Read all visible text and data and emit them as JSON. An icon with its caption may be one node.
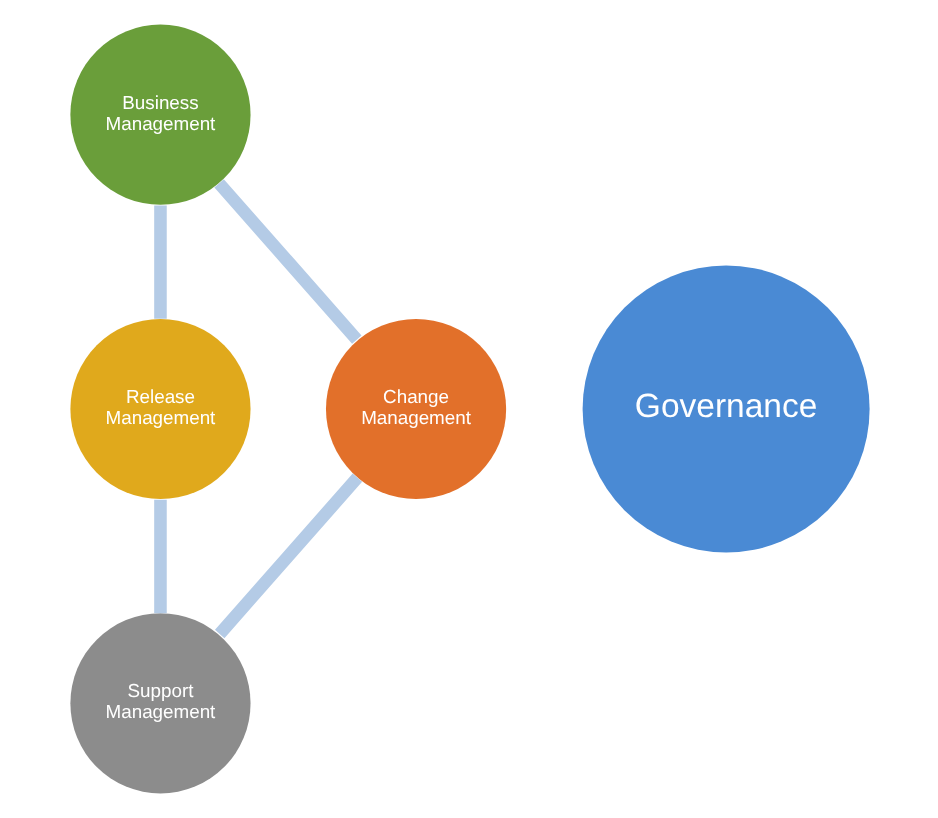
{
  "diagram": {
    "nodes": [
      {
        "text": [
          "Governance"
        ]
      },
      {
        "text": [
          "Business Management"
        ]
      },
      {
        "text": [
          "Release Management"
        ]
      },
      {
        "text": [
          "Support Management"
        ]
      },
      {
        "text": [
          "Change Management"
        ]
      }
    ],
    "edges": [
      {
        "from": 1,
        "to": 2,
        "arrow": "none"
      },
      {
        "from": 2,
        "to": 3,
        "arrow": "none"
      },
      {
        "from": 3,
        "to": 4,
        "arrow": "none"
      },
      {
        "from": 4,
        "to": 1,
        "arrow": "none"
      }
    ]
  }
}
